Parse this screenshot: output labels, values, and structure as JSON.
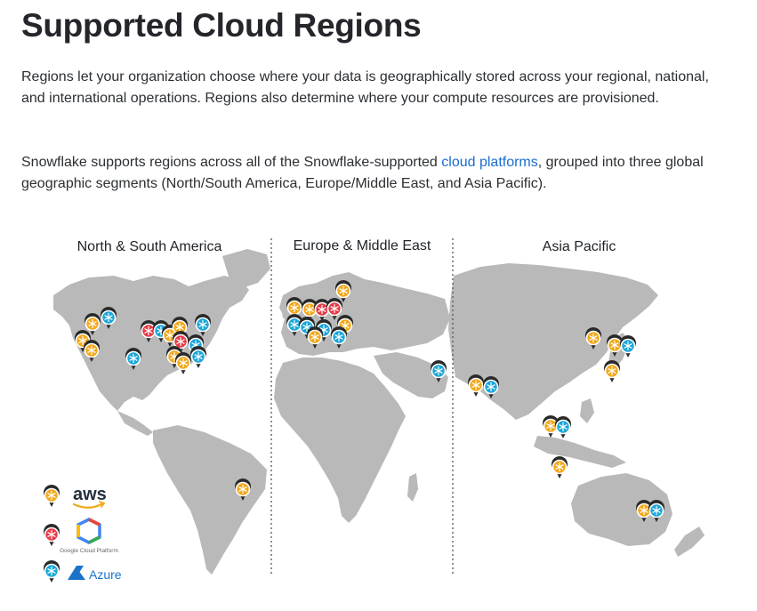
{
  "page": {
    "title": "Supported Cloud Regions",
    "para1": "Regions let your organization choose where your data is geographically stored across your regional, national, and international operations. Regions also determine where your compute resources are provisioned.",
    "para2_before": "Snowflake supports regions across all of the Snowflake-supported ",
    "para2_link": "cloud platforms",
    "para2_after": ", grouped into three global geographic segments (North/South America, Europe/Middle East, and Asia Pacific)."
  },
  "map": {
    "segments": [
      "North & South America",
      "Europe & Middle East",
      "Asia Pacific"
    ],
    "legend": {
      "aws": "aws",
      "gcp_caption": "Google Cloud Platform",
      "azure": "Azure"
    },
    "colors": {
      "aws": "#f2a91c",
      "gcp": "#e53b48",
      "azure": "#1aa6d9",
      "land": "#b8b8b8",
      "azure_logo": "#1a73c9"
    }
  }
}
